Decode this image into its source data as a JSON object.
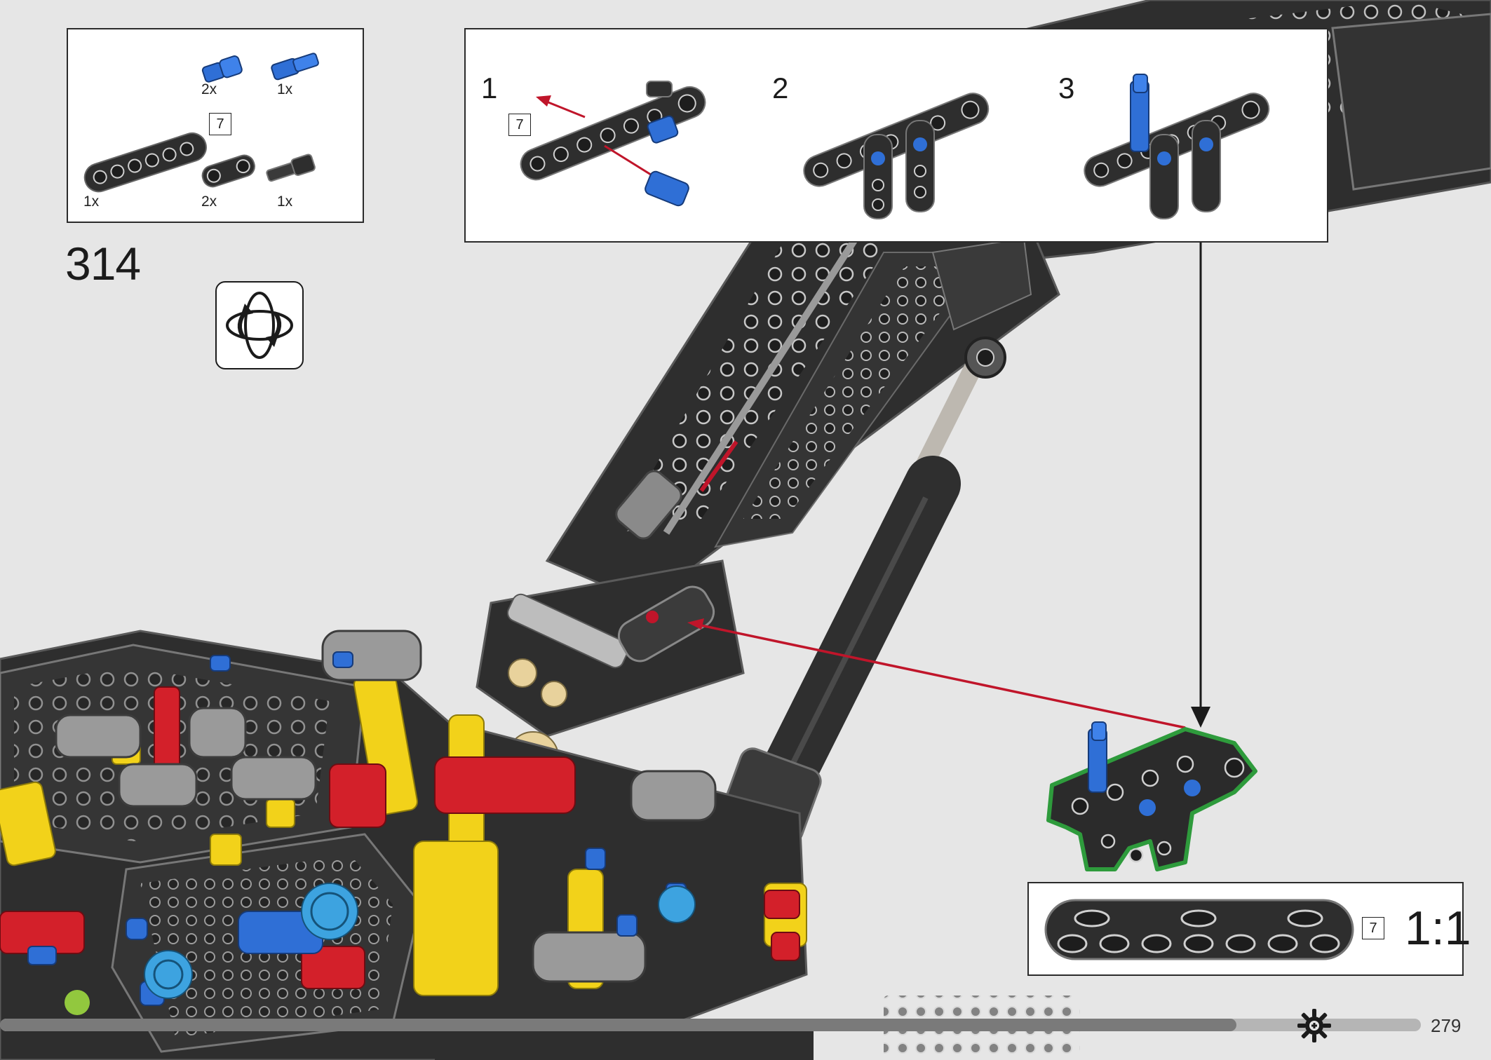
{
  "step": {
    "number": "314"
  },
  "parts_list": {
    "items": [
      {
        "name": "blue-pin-with-bush",
        "qty": "2x",
        "color": "#2f6fd6"
      },
      {
        "name": "blue-axle-pin",
        "qty": "1x",
        "color": "#2f6fd6"
      },
      {
        "name": "beam-7",
        "qty": "1x",
        "length_tag": "7",
        "color": "#2e2e2e"
      },
      {
        "name": "angled-connector",
        "qty": "2x",
        "color": "#2e2e2e"
      },
      {
        "name": "black-axle-pin",
        "qty": "1x",
        "color": "#2e2e2e"
      }
    ]
  },
  "sub_assembly": {
    "steps": [
      {
        "label": "1",
        "tag": "7"
      },
      {
        "label": "2"
      },
      {
        "label": "3"
      }
    ]
  },
  "scale_reference": {
    "tag": "7",
    "ratio": "1:1"
  },
  "footer": {
    "page_number": "279",
    "progress": 0.87
  },
  "colors": {
    "background": "#e6e6e6",
    "technic_black": "#2e2e2e",
    "technic_gray": "#9a9a9a",
    "technic_blue": "#2f6fd6",
    "technic_red": "#d3202a",
    "technic_yellow": "#f2d21a",
    "arrow_red": "#c0152a",
    "highlight_green": "#2e9b3c"
  },
  "icons": {
    "rotate": "rotate-model-icon",
    "progress": "gear-progress-icon"
  }
}
